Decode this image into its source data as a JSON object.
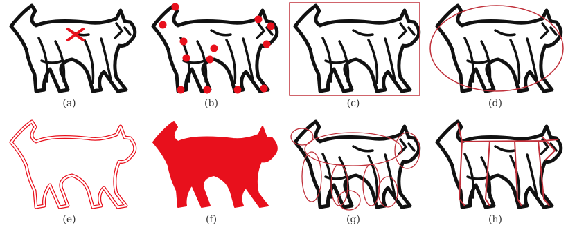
{
  "panels": [
    {
      "label": "(a)",
      "variant": "centroid"
    },
    {
      "label": "(b)",
      "variant": "keypoints"
    },
    {
      "label": "(c)",
      "variant": "bounding-box"
    },
    {
      "label": "(d)",
      "variant": "ellipse"
    },
    {
      "label": "(e)",
      "variant": "silhouette-outline"
    },
    {
      "label": "(f)",
      "variant": "silhouette-filled"
    },
    {
      "label": "(g)",
      "variant": "part-ellipses"
    },
    {
      "label": "(h)",
      "variant": "skeleton-lines"
    }
  ],
  "colors": {
    "stroke": "#111111",
    "accent": "#e8101c",
    "accent_dark": "#c0303a"
  }
}
